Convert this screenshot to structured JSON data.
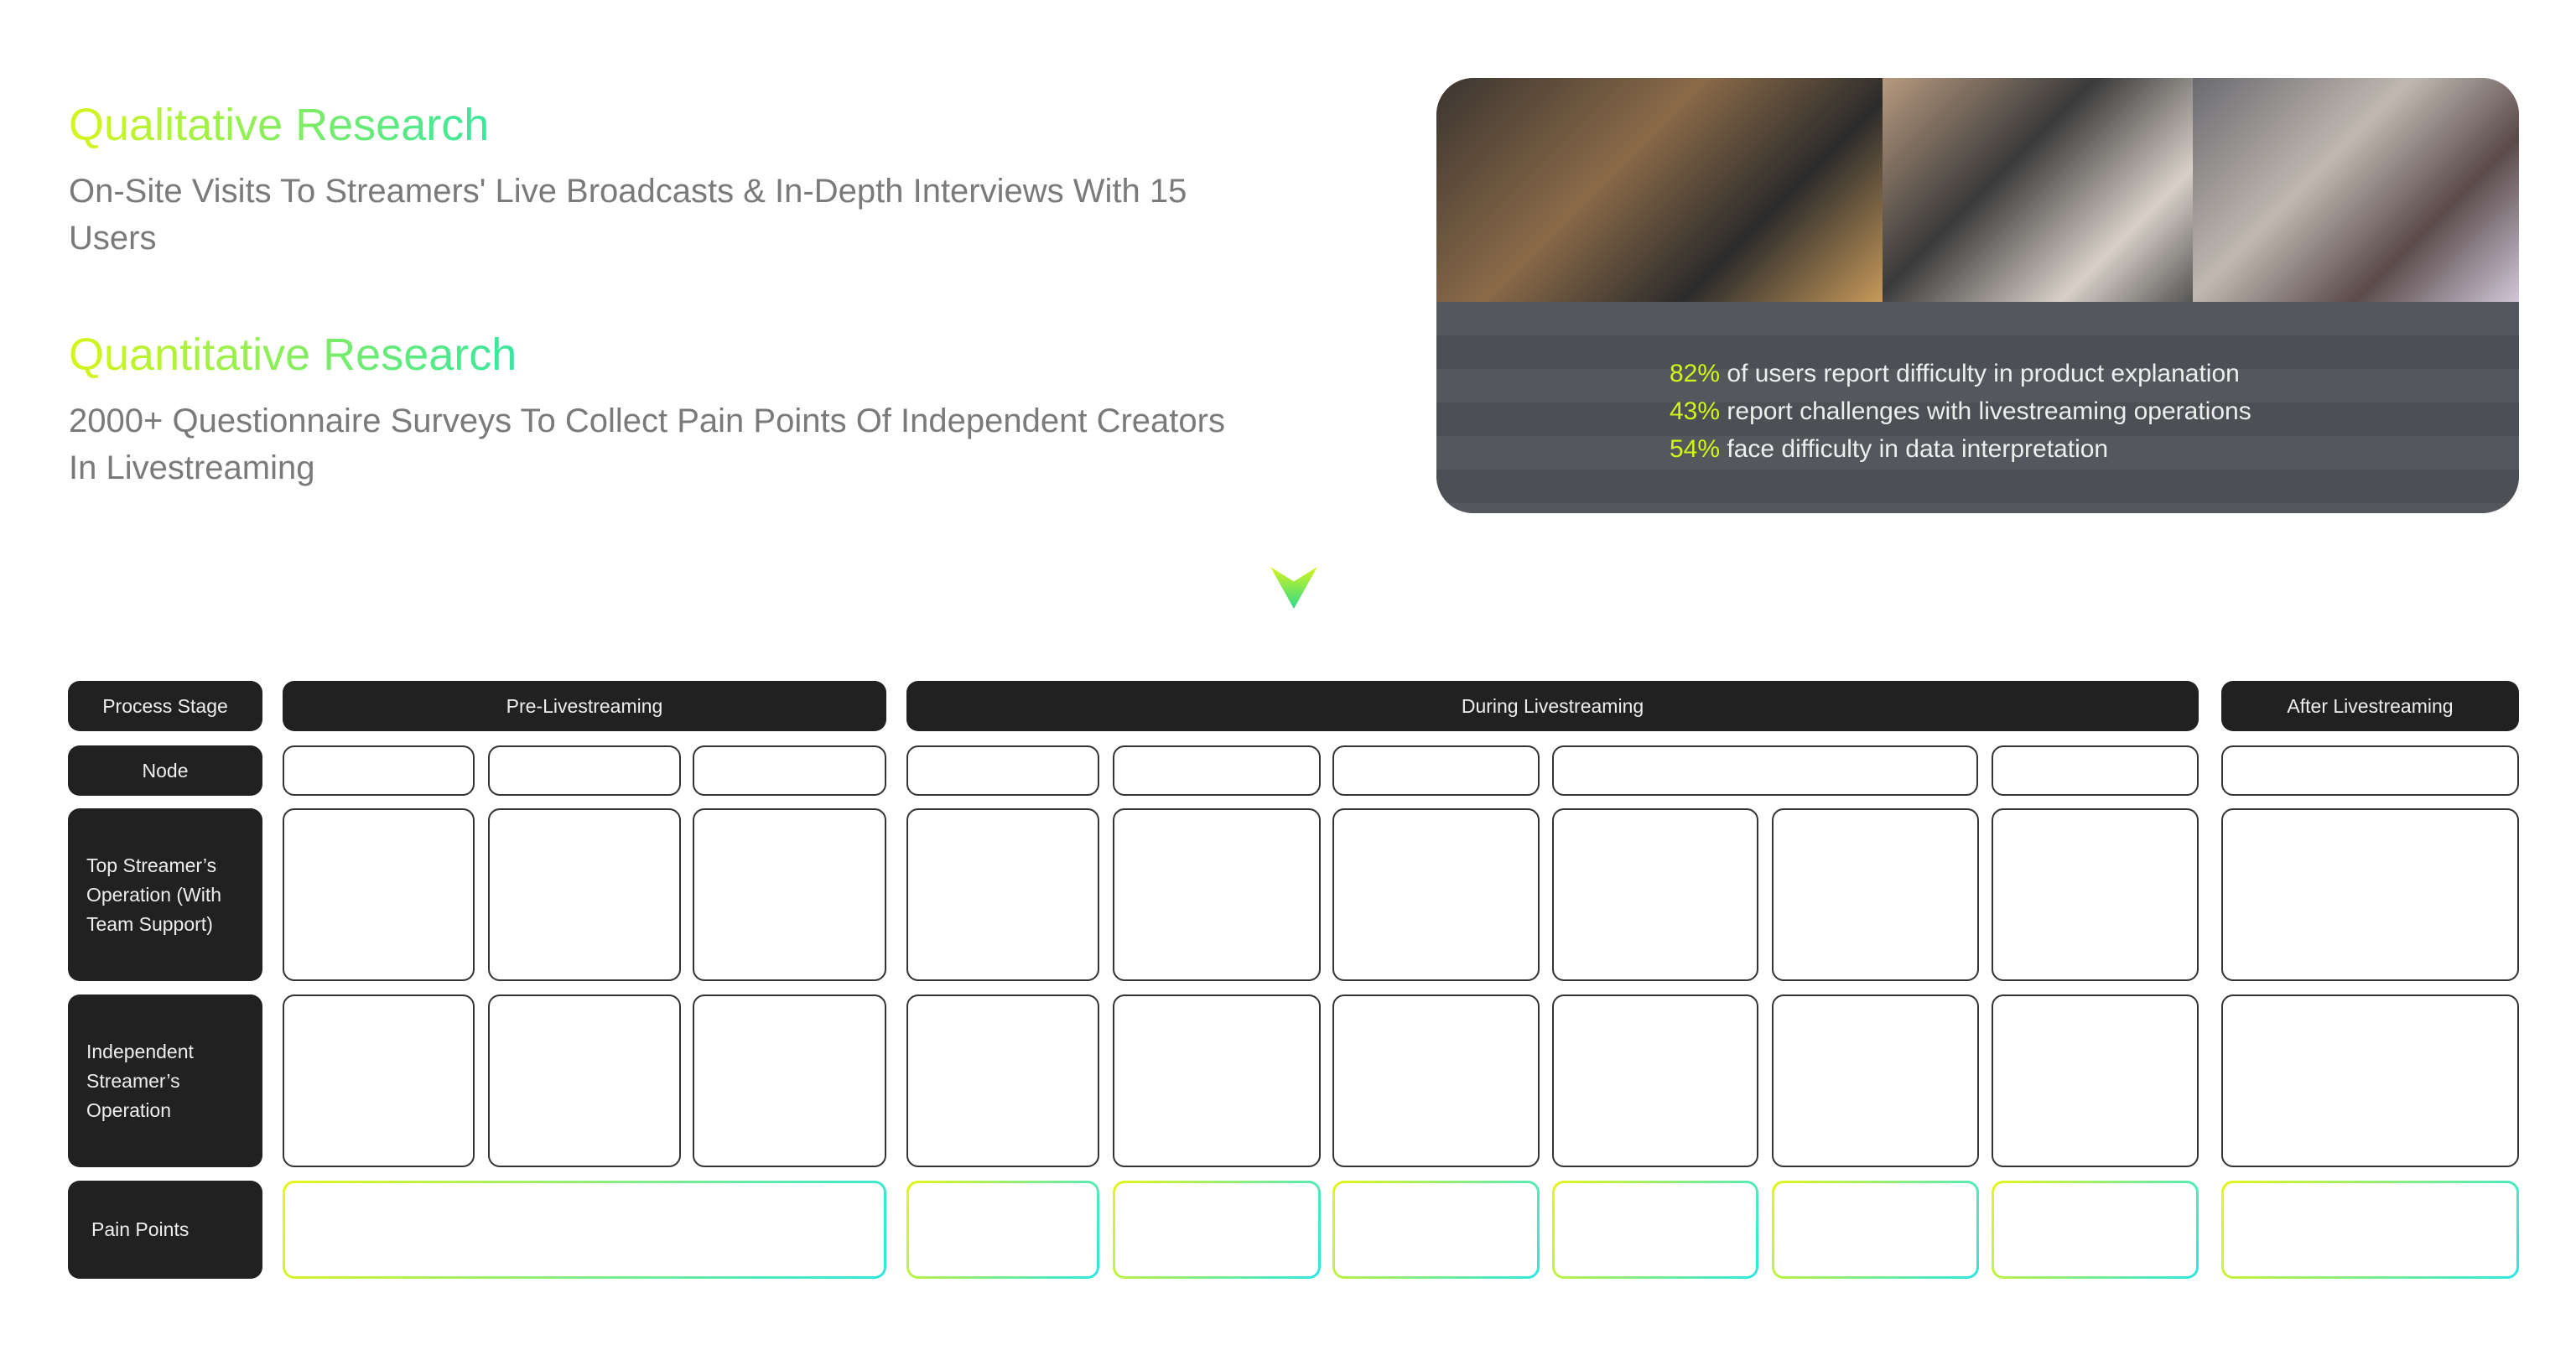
{
  "qualitative": {
    "title": "Qualitative Research",
    "desc": "On-Site Visits To Streamers' Live Broadcasts & In-Depth Interviews With 15 Users"
  },
  "quantitative": {
    "title": "Quantitative Research",
    "desc": "2000+ Questionnaire Surveys To Collect Pain Points Of Independent Creators In Livestreaming"
  },
  "stats": [
    {
      "pct": "82%",
      "text": "of users report difficulty in product explanation"
    },
    {
      "pct": "43%",
      "text": "report challenges with livestreaming operations"
    },
    {
      "pct": "54%",
      "text": "face difficulty in data interpretation"
    }
  ],
  "table": {
    "row_labels": {
      "stage": "Process Stage",
      "node": "Node",
      "top": "Top Streamer’s Operation (With Team Support)",
      "indep": "Independent Streamer’s Operation",
      "pain": "Pain Points"
    },
    "stages": {
      "pre": "Pre-Livestreaming",
      "during": "During Livestreaming",
      "after": "After Livestreaming"
    }
  },
  "colors": {
    "accent_start": "#d6f51c",
    "accent_end": "#2ee6e0",
    "label_bg": "#212121"
  }
}
